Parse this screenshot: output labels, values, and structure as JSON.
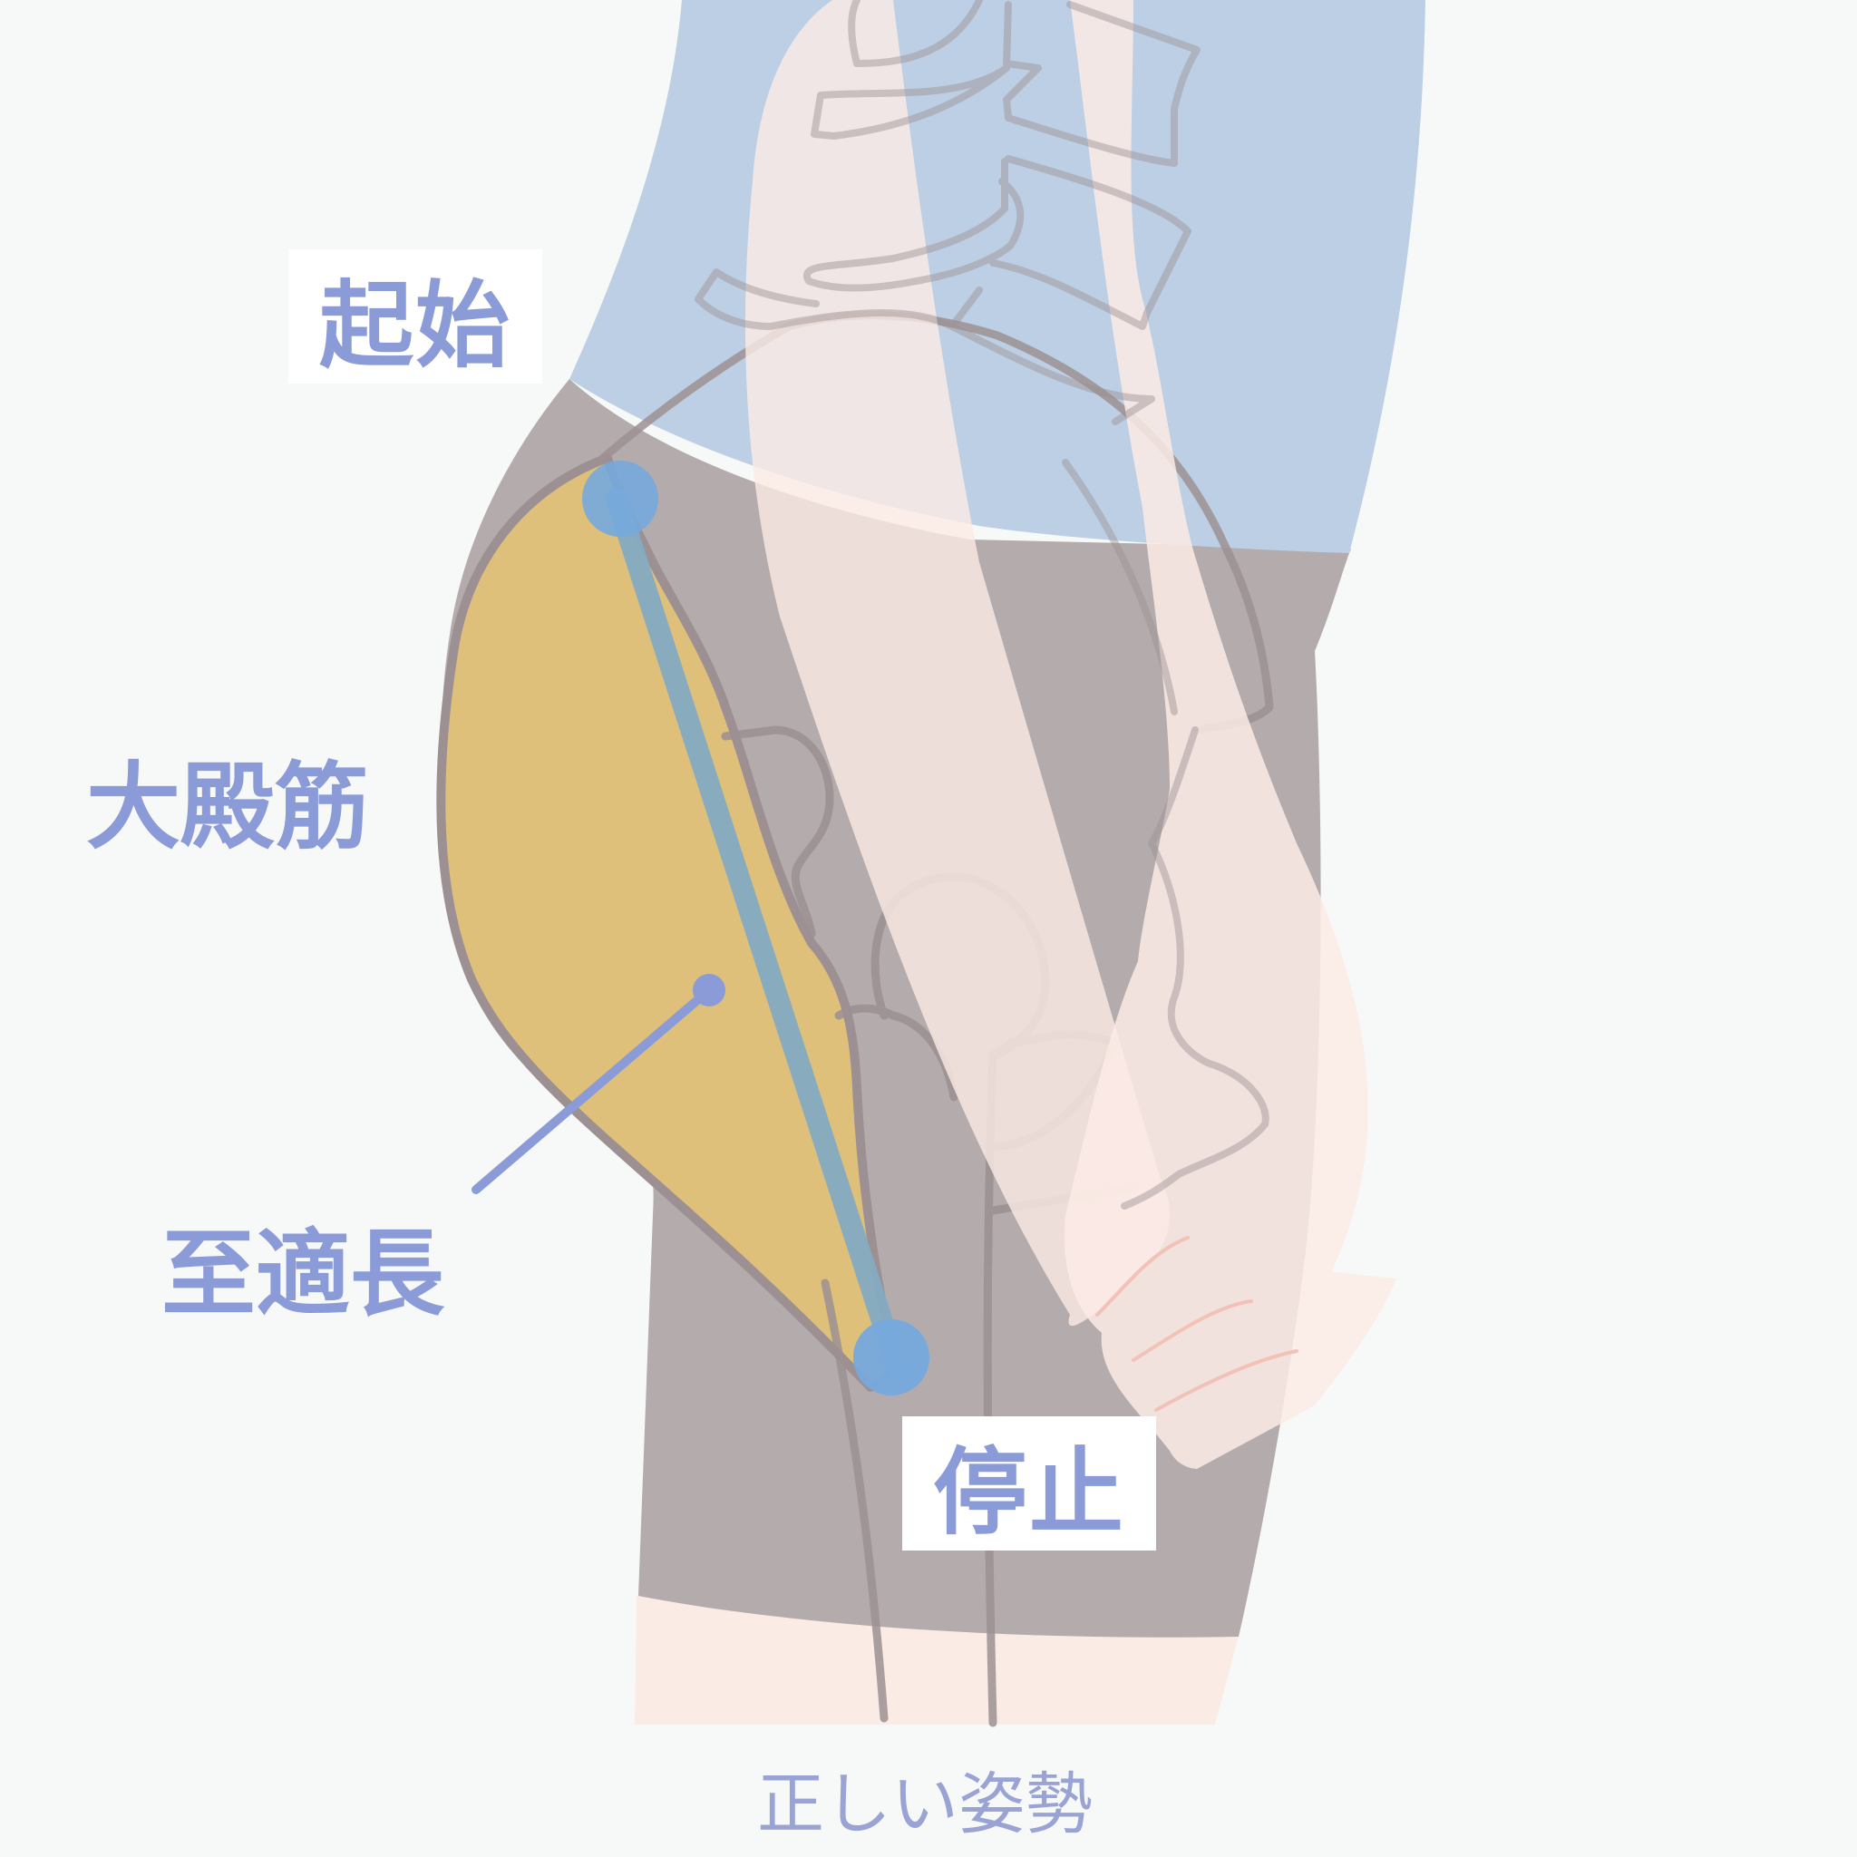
{
  "labels": {
    "origin": "起始",
    "muscle_name": "大殿筋",
    "optimal_length": "至適長",
    "insertion": "停止"
  },
  "caption": "正しい姿勢",
  "colors": {
    "background": "#f7f8f8",
    "shirt": "#bccfe4",
    "shorts": "#b3abac",
    "skin": "#fbebe5",
    "muscle": "#dfc07b",
    "muscle_line": "#84abc2",
    "endpoint_dot": "#76a9dd",
    "label_text": "#8a9bd7",
    "caption_text": "#9aa4d4",
    "bone_outline": "#9c9092"
  },
  "icons": {
    "figure": "lower-body-side-view-illustration",
    "muscle": "gluteus-maximus-shape",
    "pelvis": "pelvis-outline",
    "spine": "lumbar-spine-outline",
    "hand": "hand-on-hip"
  }
}
